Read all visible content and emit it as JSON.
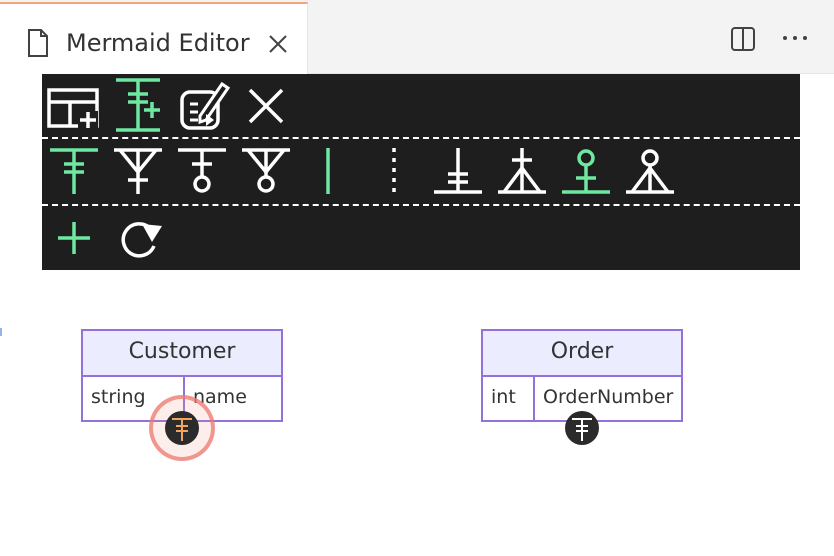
{
  "tab": {
    "title": "Mermaid Editor",
    "file_icon": "file-icon",
    "close_icon": "close-icon"
  },
  "editor_actions": {
    "split_icon": "split-editor-icon",
    "more_icon": "more-actions-icon"
  },
  "toolbar": {
    "row1": [
      "add-table-icon",
      "add-attribute-icon",
      "edit-entity-icon",
      "close-icon"
    ],
    "row2": [
      "exactly-one-icon",
      "one-or-more-icon",
      "zero-or-one-icon",
      "zero-or-more-icon",
      "identifying-line-icon",
      "non-identifying-line-icon",
      "exactly-one-icon",
      "one-or-more-icon",
      "zero-or-one-icon",
      "zero-or-more-icon"
    ],
    "row3": [
      "add-icon",
      "redo-icon"
    ],
    "accent_color": "#6ee7a0"
  },
  "entities": [
    {
      "name": "Customer",
      "attributes": [
        {
          "type": "string",
          "name": "name"
        }
      ]
    },
    {
      "name": "Order",
      "attributes": [
        {
          "type": "int",
          "name": "OrderNumber"
        }
      ]
    }
  ]
}
